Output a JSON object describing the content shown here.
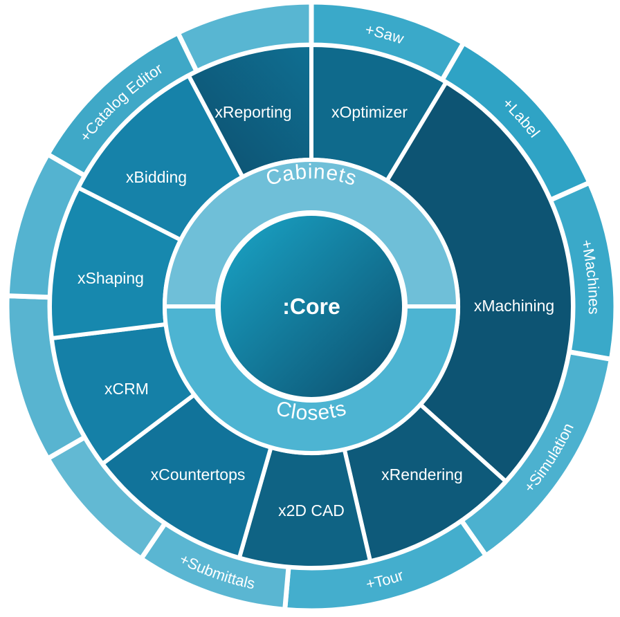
{
  "core": {
    "label": ":Core"
  },
  "products": [
    {
      "label": "Cabinets"
    },
    {
      "label": "Closets"
    }
  ],
  "modules": [
    {
      "label": "xReporting"
    },
    {
      "label": "xOptimizer"
    },
    {
      "label": "xMachining"
    },
    {
      "label": "xRendering"
    },
    {
      "label": "x2D CAD"
    },
    {
      "label": "xCountertops"
    },
    {
      "label": "xCRM"
    },
    {
      "label": "xShaping"
    },
    {
      "label": "xBidding"
    }
  ],
  "addons": [
    {
      "label": "+Saw"
    },
    {
      "label": "+Label"
    },
    {
      "label": "+Machines"
    },
    {
      "label": "+Simulation"
    },
    {
      "label": "+Tour"
    },
    {
      "label": "+Submittals"
    },
    {
      "label": ""
    },
    {
      "label": ""
    },
    {
      "label": ""
    },
    {
      "label": "+Catalog Editor"
    },
    {
      "label": ""
    }
  ],
  "colors": {
    "addon_ring": "#3fa8c7",
    "addon_ring_light": "#55b4d0",
    "module_dark": "#0e4f6e",
    "module_mid": "#0f6f92",
    "module_light": "#1789ad",
    "product_ring": "#4db6d3",
    "core_start": "#1aa6c8",
    "core_end": "#0c4d6c",
    "divider": "#ffffff"
  }
}
